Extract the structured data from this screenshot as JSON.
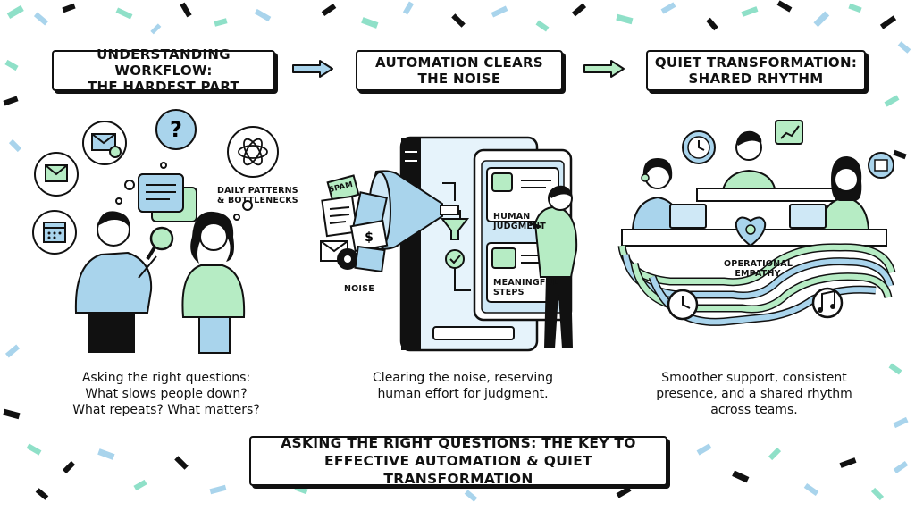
{
  "steps": [
    {
      "title": "UNDERSTANDING WORKFLOW:\nTHE HARDEST PART"
    },
    {
      "title": "AUTOMATION CLEARS\nTHE NOISE"
    },
    {
      "title": "QUIET TRANSFORMATION:\nSHARED RHYTHM"
    }
  ],
  "panel1": {
    "bubble_label": "DAILY PATTERNS\n& BOTTLENECKS",
    "caption": "Asking the right questions:\nWhat slows people down?\nWhat repeats? What matters?"
  },
  "panel2": {
    "spam_label": "SPAM",
    "noise_label": "NOISE",
    "card1_label": "HUMAN\nJUDGMENT",
    "card2_label": "MEANINGFUL\nSTEPS",
    "caption": "Clearing the noise, reserving\nhuman effort for judgment."
  },
  "panel3": {
    "heart_label": "OPERATIONAL\nEMPATHY",
    "caption": "Smoother support, consistent\npresence, and a shared rhythm\nacross teams."
  },
  "footer": {
    "text": "ASKING THE RIGHT QUESTIONS: THE KEY TO\nEFFECTIVE AUTOMATION & QUIET TRANSFORMATION"
  },
  "colors": {
    "blue": "#a9d4ec",
    "green": "#b6ecc4",
    "ink": "#111111",
    "teal": "#8fe0c8"
  }
}
